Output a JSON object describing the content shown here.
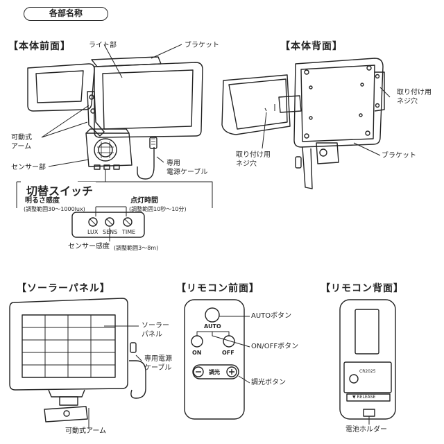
{
  "title": "各部名称",
  "front": {
    "heading": "【本体前面】",
    "light_label": "ライト部",
    "bracket_label": "ブラケット",
    "arm_label_1": "可動式",
    "arm_label_2": "アーム",
    "sensor_label": "センサー部",
    "cable_label_1": "専用",
    "cable_label_2": "電源ケーブル"
  },
  "switch": {
    "title": "切替スイッチ",
    "brightness_label": "明るさ感度",
    "brightness_range": "(調整範囲30〜1000lux)",
    "time_label": "点灯時間",
    "time_range": "(調整範囲10秒〜10分)",
    "knobs": [
      "LUX",
      "SENS",
      "TIME"
    ],
    "sensor_sens_label": "センサー感度",
    "sensor_sens_range": "(調整範囲3〜8m)"
  },
  "back": {
    "heading": "【本体背面】",
    "mount_hole_right_1": "取り付け用",
    "mount_hole_right_2": "ネジ穴",
    "mount_hole_left_1": "取り付け用",
    "mount_hole_left_2": "ネジ穴",
    "bracket_label": "ブラケット"
  },
  "solar": {
    "heading": "【ソーラーパネル】",
    "panel_label_1": "ソーラー",
    "panel_label_2": "パネル",
    "cable_label_1": "専用電源",
    "cable_label_2": "ケーブル",
    "arm_label": "可動式アーム"
  },
  "remote_front": {
    "heading": "【リモコン前面】",
    "auto_key": "AUTO",
    "on_key": "ON",
    "off_key": "OFF",
    "dim_key": "調光",
    "auto_label": "AUTOボタン",
    "onoff_label": "ON/OFFボタン",
    "dim_label": "調光ボタン"
  },
  "remote_back": {
    "heading": "【リモコン背面】",
    "battery_model": "CR2025",
    "release": "▼ RELEASE",
    "holder_label": "電池ホルダー"
  }
}
